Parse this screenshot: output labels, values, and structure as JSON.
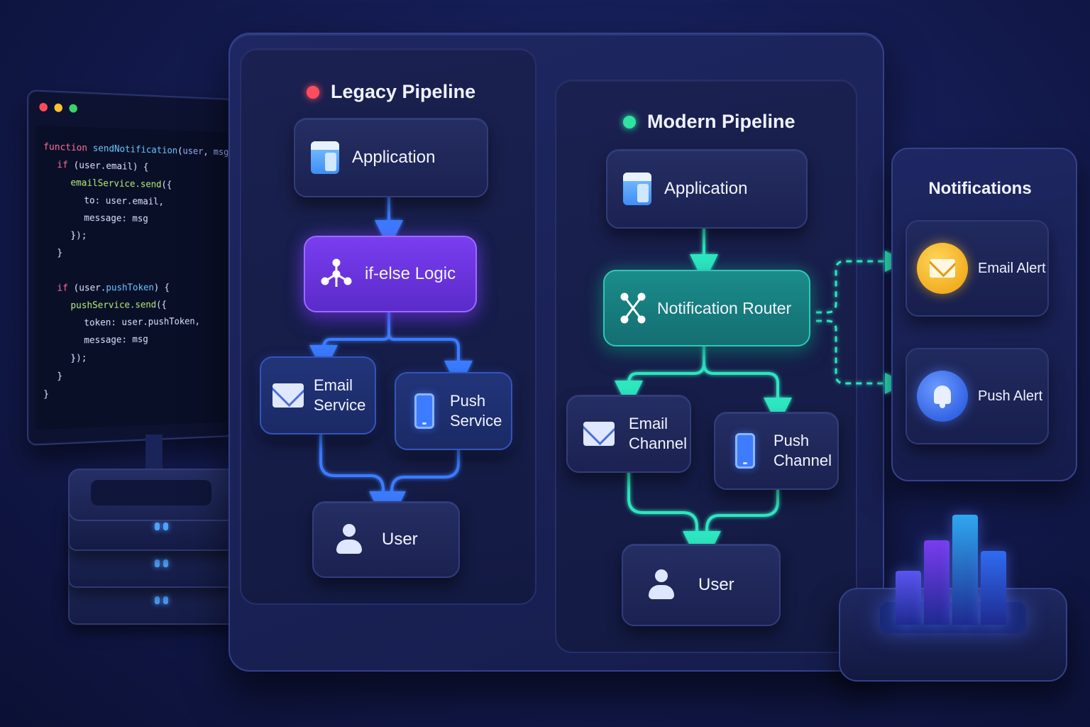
{
  "code": {
    "lines": [
      {
        "indent": 0,
        "html": [
          [
            "kw",
            "function "
          ],
          [
            "fn",
            "sendNotification"
          ],
          [
            "",
            "("
          ],
          [
            "prm",
            "user"
          ],
          [
            "",
            ", "
          ],
          [
            "prm",
            "msg"
          ],
          [
            "",
            ") {"
          ]
        ]
      },
      {
        "indent": 1,
        "html": [
          [
            "kw",
            "if "
          ],
          [
            "",
            "(user.email) {"
          ]
        ]
      },
      {
        "indent": 2,
        "html": [
          [
            "mt",
            "emailService.send"
          ],
          [
            "",
            "({"
          ]
        ]
      },
      {
        "indent": 3,
        "html": [
          [
            "",
            "to: user.email,"
          ]
        ]
      },
      {
        "indent": 3,
        "html": [
          [
            "",
            "message: msg"
          ]
        ]
      },
      {
        "indent": 2,
        "html": [
          [
            "",
            "});"
          ]
        ]
      },
      {
        "indent": 1,
        "html": [
          [
            "",
            "}"
          ]
        ]
      },
      {
        "indent": 0,
        "html": []
      },
      {
        "indent": 1,
        "html": [
          [
            "kw",
            "if "
          ],
          [
            "",
            "(user."
          ],
          [
            "fn",
            "pushToken"
          ],
          [
            "",
            ") {"
          ]
        ]
      },
      {
        "indent": 2,
        "html": [
          [
            "mt",
            "pushService.send"
          ],
          [
            "",
            "({"
          ]
        ]
      },
      {
        "indent": 3,
        "html": [
          [
            "",
            "token: user.pushToken,"
          ]
        ]
      },
      {
        "indent": 3,
        "html": [
          [
            "",
            "message: msg"
          ]
        ]
      },
      {
        "indent": 2,
        "html": [
          [
            "",
            "});"
          ]
        ]
      },
      {
        "indent": 1,
        "html": [
          [
            "",
            "}"
          ]
        ]
      },
      {
        "indent": 0,
        "html": [
          [
            "",
            "}"
          ]
        ]
      }
    ]
  },
  "legacy": {
    "title": "Legacy Pipeline",
    "application": "Application",
    "logic": "if-else Logic",
    "email": [
      "Email",
      "Service"
    ],
    "push": [
      "Push",
      "Service"
    ],
    "user": "User"
  },
  "modern": {
    "title": "Modern Pipeline",
    "application": "Application",
    "router": "Notification Router",
    "email": [
      "Email",
      "Channel"
    ],
    "push": [
      "Push",
      "Channel"
    ],
    "user": "User"
  },
  "notifications": {
    "title": "Notifications",
    "email_alert": "Email Alert",
    "push_alert": "Push Alert"
  },
  "colors": {
    "legacy_wire": "#3b7bff",
    "modern_wire": "#2ee6c0",
    "purple": "#7a3df0",
    "teal": "#1a8c8a",
    "status_red": "#ff4d60",
    "status_green": "#2fe3a0"
  },
  "decor_bars": [
    {
      "level": 0.42,
      "color": "#5a55f0"
    },
    {
      "level": 0.66,
      "color": "#7b3cf0"
    },
    {
      "level": 0.86,
      "color": "#2fa8f0"
    },
    {
      "level": 0.58,
      "color": "#2f6cf0"
    }
  ]
}
